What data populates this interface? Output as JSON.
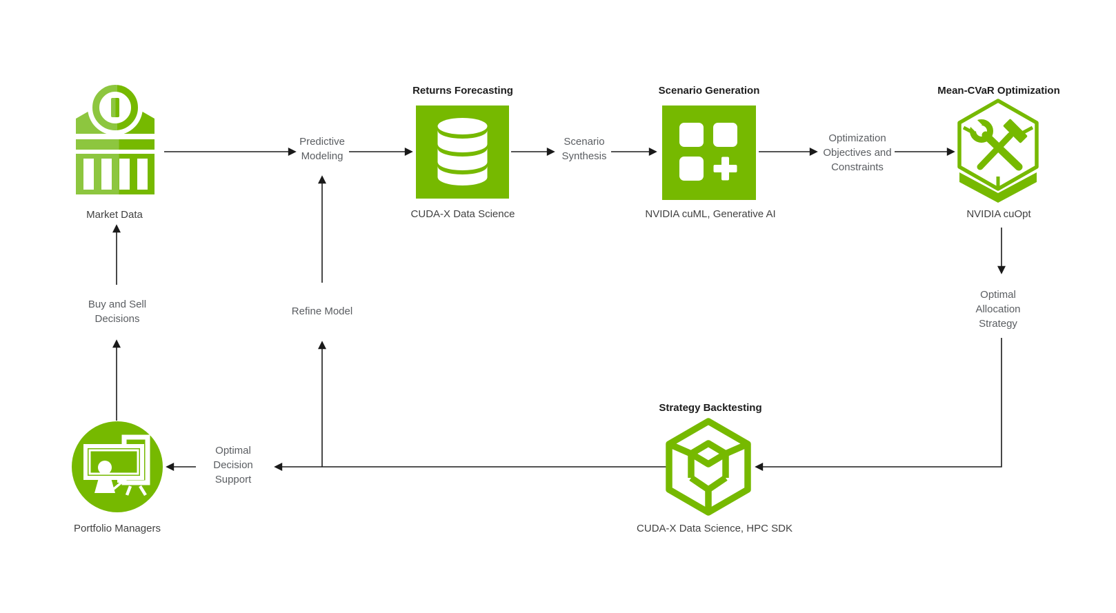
{
  "palette": {
    "green": "#76B900",
    "green_light": "#8DC63F",
    "arrow": "#1a1a1a",
    "title": "#1d1d1d",
    "caption": "#414141",
    "label": "#5a5d61",
    "bg": "#ffffff"
  },
  "nodes": {
    "market_data": {
      "caption": "Market Data",
      "icon": "bank-icon"
    },
    "returns_forecasting": {
      "title": "Returns Forecasting",
      "caption": "CUDA-X Data Science",
      "icon": "database-icon"
    },
    "scenario_generation": {
      "title": "Scenario Generation",
      "caption": "NVIDIA cuML, Generative AI",
      "icon": "grid-plus-icon"
    },
    "mean_cvar_optimization": {
      "title": "Mean-CVaR Optimization",
      "caption": "NVIDIA cuOpt",
      "icon": "hexagon-tools-icon"
    },
    "strategy_backtesting": {
      "title": "Strategy Backtesting",
      "caption": "CUDA-X Data Science, HPC SDK",
      "icon": "cube-icon"
    },
    "portfolio_managers": {
      "caption": "Portfolio Managers",
      "icon": "presenter-icon"
    }
  },
  "labels": {
    "predictive_modeling": "Predictive Modeling",
    "scenario_synthesis": "Scenario Synthesis",
    "optimization_objectives": "Optimization Objectives and Constraints",
    "optimal_allocation": "Optimal Allocation Strategy",
    "refine_model": "Refine Model",
    "buy_and_sell": "Buy and Sell Decisions",
    "optimal_decision": "Optimal Decision Support"
  }
}
